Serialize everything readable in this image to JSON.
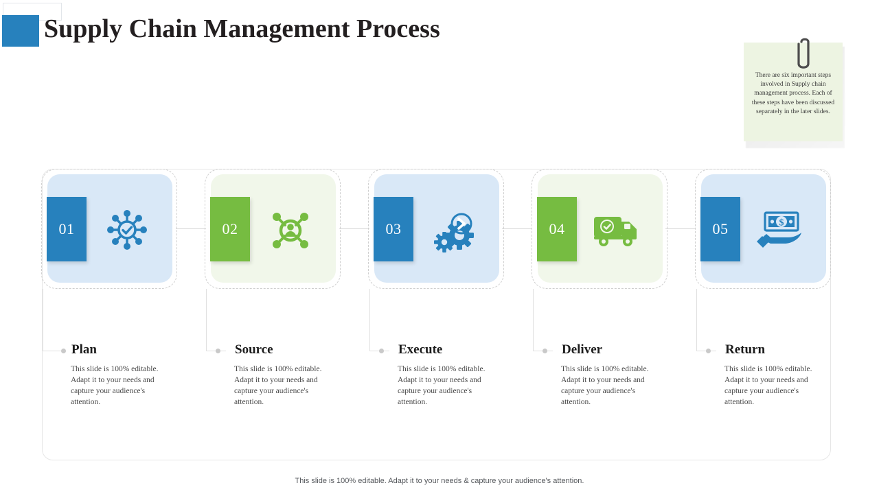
{
  "header": {
    "title": "Supply Chain Management Process",
    "accent_blue": "#2781bd",
    "accent_green": "#76bc41"
  },
  "note": {
    "text": "There are six important steps involved in Supply chain management process. Each of these steps have been discussed separately in the later slides.",
    "icon": "paperclip-icon",
    "paper_color": "#edf4e2"
  },
  "steps": [
    {
      "number": "01",
      "label": "Plan",
      "description": "This slide is 100% editable. Adapt it to your needs and capture your audience's attention.",
      "theme": "blue",
      "icon": "network-hub-check-icon"
    },
    {
      "number": "02",
      "label": "Source",
      "description": "This slide is 100% editable. Adapt it to your needs and capture your audience's attention.",
      "theme": "green",
      "icon": "person-network-icon"
    },
    {
      "number": "03",
      "label": "Execute",
      "description": "This slide is 100% editable. Adapt it to your needs and capture your audience's attention.",
      "theme": "blue",
      "icon": "gears-play-icon"
    },
    {
      "number": "04",
      "label": "Deliver",
      "description": "This slide is 100% editable. Adapt it to your needs and capture your audience's attention.",
      "theme": "green",
      "icon": "delivery-truck-check-icon"
    },
    {
      "number": "05",
      "label": "Return",
      "description": "This slide is 100% editable. Adapt it to your needs and capture your audience's attention.",
      "theme": "blue",
      "icon": "hand-money-icon"
    }
  ],
  "footer": {
    "text": "This slide is 100% editable. Adapt it to your needs & capture your audience's attention."
  }
}
